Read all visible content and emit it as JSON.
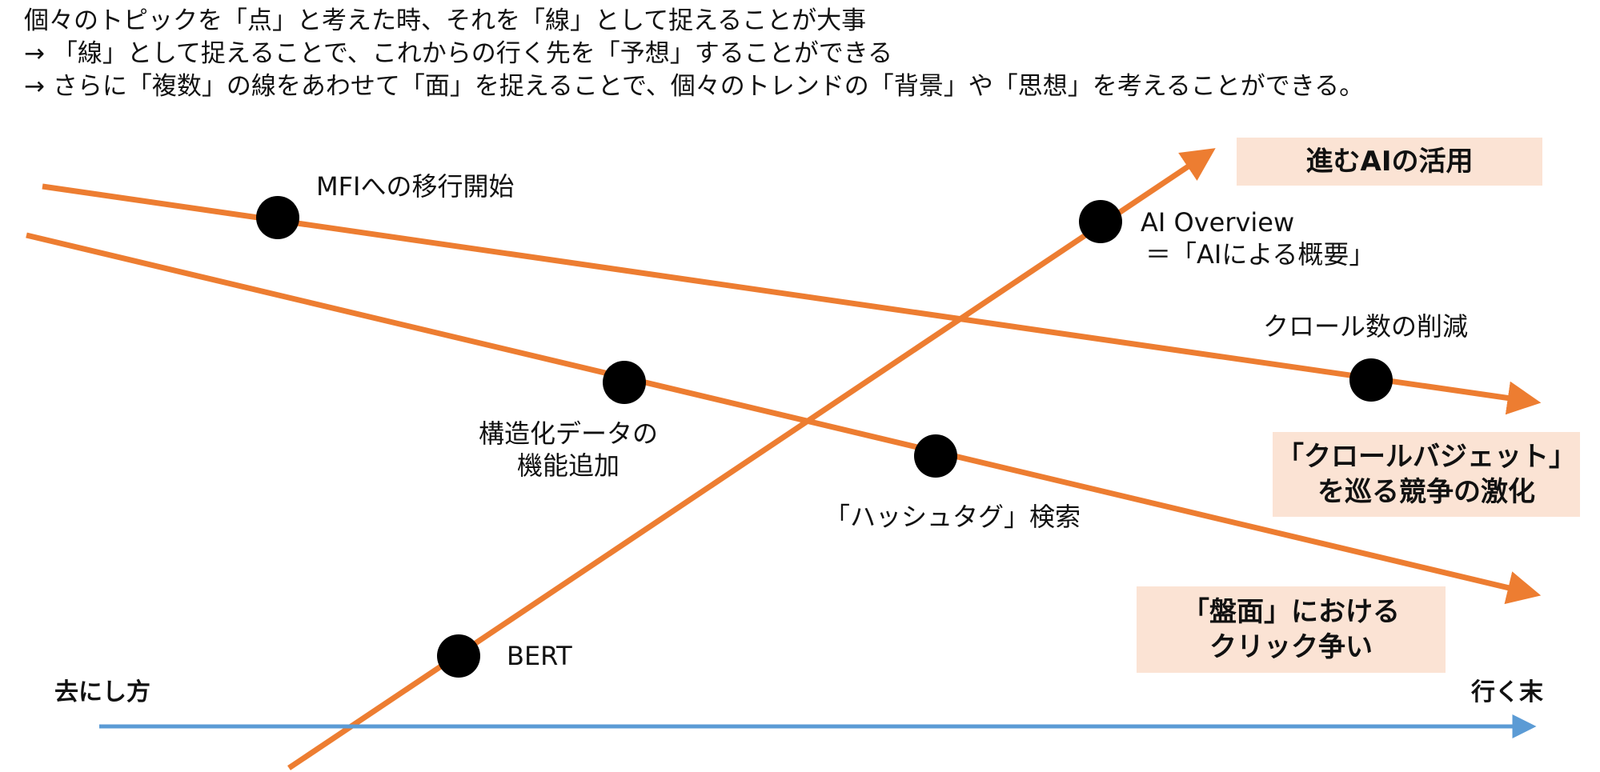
{
  "intro": [
    "個々のトピックを「点」と考えた時、それを「線」として捉えることが大事",
    "→ 「線」として捉えることで、これからの行く先を「予想」することができる",
    "→ さらに「複数」の線をあわせて「面」を捉えることで、個々のトレンドの「背景」や「思想」を考えることができる。"
  ],
  "colors": {
    "trend_line": "#ed7d31",
    "time_axis": "#5b9bd5",
    "callout_bg": "#fbe3d4",
    "dot": "#000000"
  },
  "topics": {
    "mfi": "MFIへの移行開始",
    "ai_overview_1": "AI Overview",
    "ai_overview_2": "＝「AIによる概要」",
    "crawl": "クロール数の削減",
    "structured_1": "構造化データの",
    "structured_2": "機能追加",
    "hashtag": "「ハッシュタグ」検索",
    "bert": "BERT"
  },
  "callouts": {
    "ai_use": [
      "進むAIの活用"
    ],
    "crawl_budget": [
      "「クロールバジェット」",
      "を巡る競争の激化"
    ],
    "serp_click": [
      "「盤面」における",
      "クリック争い"
    ]
  },
  "axis": {
    "past": "去にし方",
    "future": "行く末"
  }
}
